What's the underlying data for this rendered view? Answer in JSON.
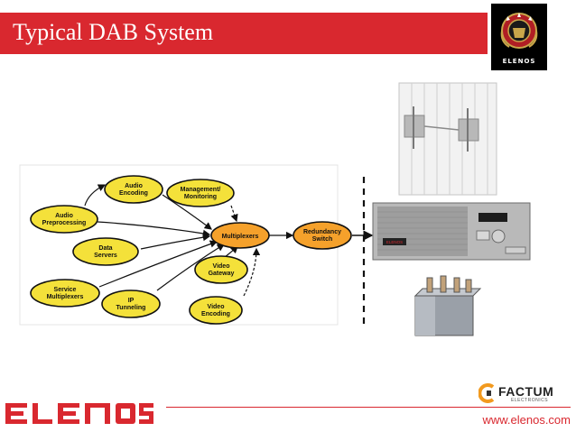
{
  "slide": {
    "title": "Typical DAB System",
    "brand_color": "#d9282f",
    "website": "www.elenos.com"
  },
  "logos": {
    "top_badge_word": "ELENOS",
    "footer_brand": "ELENOS",
    "partner_name": "FACTUM",
    "partner_sub": "ELECTRONICS"
  },
  "diagram": {
    "nodes": {
      "audio_encoding": "Audio\nEncoding",
      "management_monitoring": "Management/\nMonitoring",
      "audio_preprocessing": "Audio\nPreprocessing",
      "multiplexers": "Multiplexers",
      "redundancy_switch": "Redundancy\nSwitch",
      "data_servers": "Data\nServers",
      "video_gateway": "Video\nGateway",
      "service_multiplexers": "Service\nMultiplexers",
      "ip_tunneling": "IP\nTunneling",
      "video_encoding": "Video\nEncoding"
    },
    "transmitter_label": "ELENOS"
  }
}
